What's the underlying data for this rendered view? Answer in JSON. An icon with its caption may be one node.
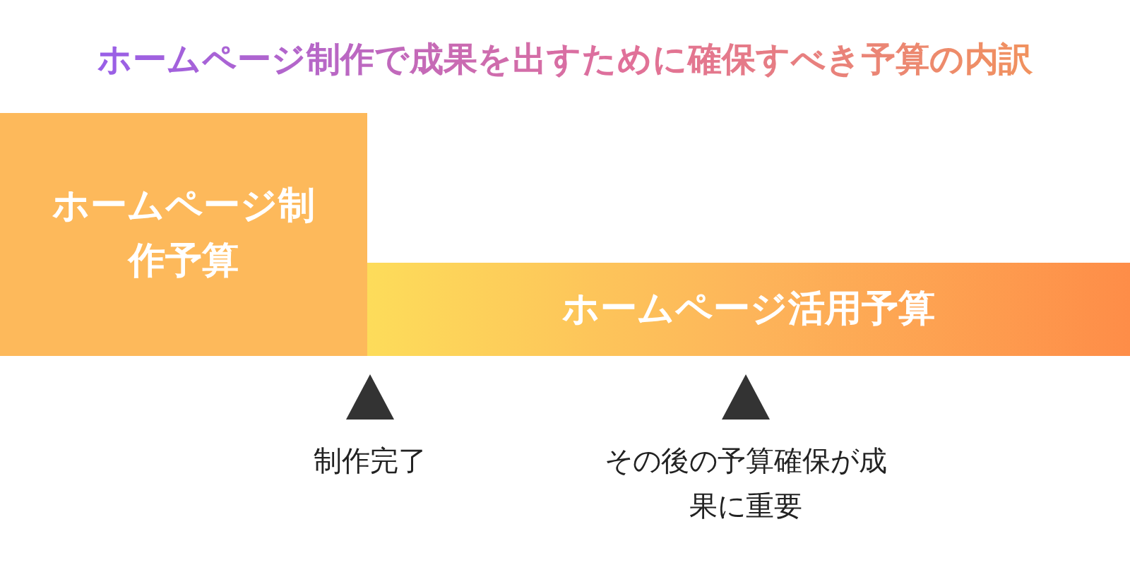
{
  "diagram": {
    "title": "ホームページ制作で成果を出すために確保すべき予算の内訳",
    "nodes": [
      {
        "text": [
          "ホームページ制作予算"
        ]
      },
      {
        "text": [
          "ホームページ活用予算"
        ]
      }
    ],
    "labels": [
      "制作完了",
      "その後の予算確保が成果に重要"
    ]
  }
}
